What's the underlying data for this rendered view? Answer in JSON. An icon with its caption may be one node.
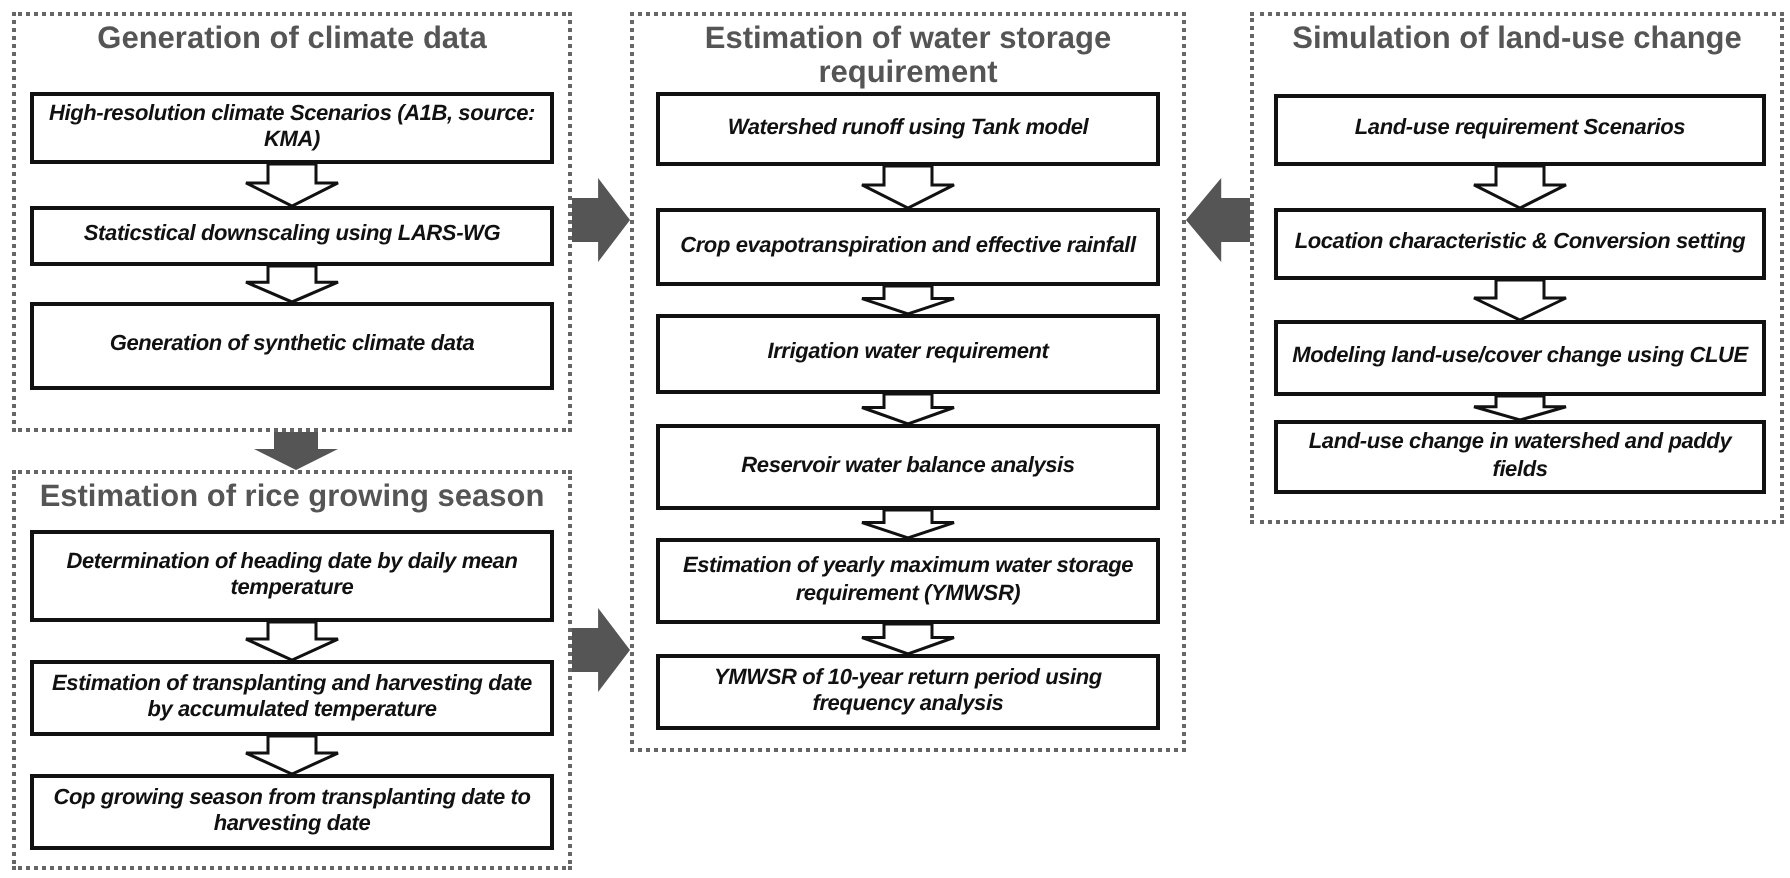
{
  "diagram": {
    "nodes": [
      {
        "text": [
          "Generation of climate data"
        ]
      },
      {
        "text": [
          "High-resolution climate Scenarios (A1B, source: KMA)"
        ],
        "in": 0
      },
      {
        "text": [
          "Staticstical downscaling using LARS-WG"
        ],
        "in": 0
      },
      {
        "text": [
          "Generation of synthetic climate data"
        ],
        "in": 0
      },
      {
        "text": [
          "Estimation of water storage requirement"
        ]
      },
      {
        "text": [
          "Watershed runoff using Tank model"
        ],
        "in": 4
      },
      {
        "text": [
          "Crop evapotranspiration and effective rainfall"
        ],
        "in": 4
      },
      {
        "text": [
          "Irrigation water requirement"
        ],
        "in": 4
      },
      {
        "text": [
          "Reservoir water balance analysis"
        ],
        "in": 4
      },
      {
        "text": [
          "Estimation of yearly maximum water storage requirement (YMWSR)"
        ],
        "in": 4
      },
      {
        "text": [
          "YMWSR of 10-year return period using frequency analysis"
        ],
        "in": 4
      },
      {
        "text": [
          "Simulation of land-use change"
        ]
      },
      {
        "text": [
          "Land-use requirement Scenarios"
        ],
        "in": 11
      },
      {
        "text": [
          "Location characteristic & Conversion setting"
        ],
        "in": 11
      },
      {
        "text": [
          "Modeling land-use/cover change using CLUE"
        ],
        "in": 11
      },
      {
        "text": [
          "Land-use change in watershed and paddy fields"
        ],
        "in": 11
      },
      {
        "text": [
          "Estimation of rice growing season"
        ]
      },
      {
        "text": [
          "Determination of heading date by daily mean temperature"
        ],
        "in": 16
      },
      {
        "text": [
          "Estimation of transplanting and harvesting date by accumulated temperature"
        ],
        "in": 16
      },
      {
        "text": [
          "Cop growing season from transplanting date to harvesting date"
        ],
        "in": 16
      }
    ],
    "edges": [
      {
        "from": 1,
        "to": 2,
        "arrow": "to"
      },
      {
        "from": 2,
        "to": 3,
        "arrow": "to"
      },
      {
        "from": 0,
        "to": 16,
        "arrow": "to",
        "style": "thick",
        "color": "#555555"
      },
      {
        "from": 0,
        "to": 4,
        "arrow": "to",
        "style": "thick",
        "color": "#555555"
      },
      {
        "from": 5,
        "to": 6,
        "arrow": "to"
      },
      {
        "from": 6,
        "to": 7,
        "arrow": "to"
      },
      {
        "from": 7,
        "to": 8,
        "arrow": "to"
      },
      {
        "from": 8,
        "to": 9,
        "arrow": "to"
      },
      {
        "from": 9,
        "to": 10,
        "arrow": "to"
      },
      {
        "from": 11,
        "to": 4,
        "arrow": "to",
        "style": "thick",
        "color": "#555555"
      },
      {
        "from": 12,
        "to": 13,
        "arrow": "to"
      },
      {
        "from": 13,
        "to": 14,
        "arrow": "to"
      },
      {
        "from": 14,
        "to": 15,
        "arrow": "to"
      },
      {
        "from": 16,
        "to": 4,
        "arrow": "to",
        "style": "thick",
        "color": "#555555"
      },
      {
        "from": 17,
        "to": 18,
        "arrow": "to"
      },
      {
        "from": 18,
        "to": 19,
        "arrow": "to"
      }
    ]
  }
}
